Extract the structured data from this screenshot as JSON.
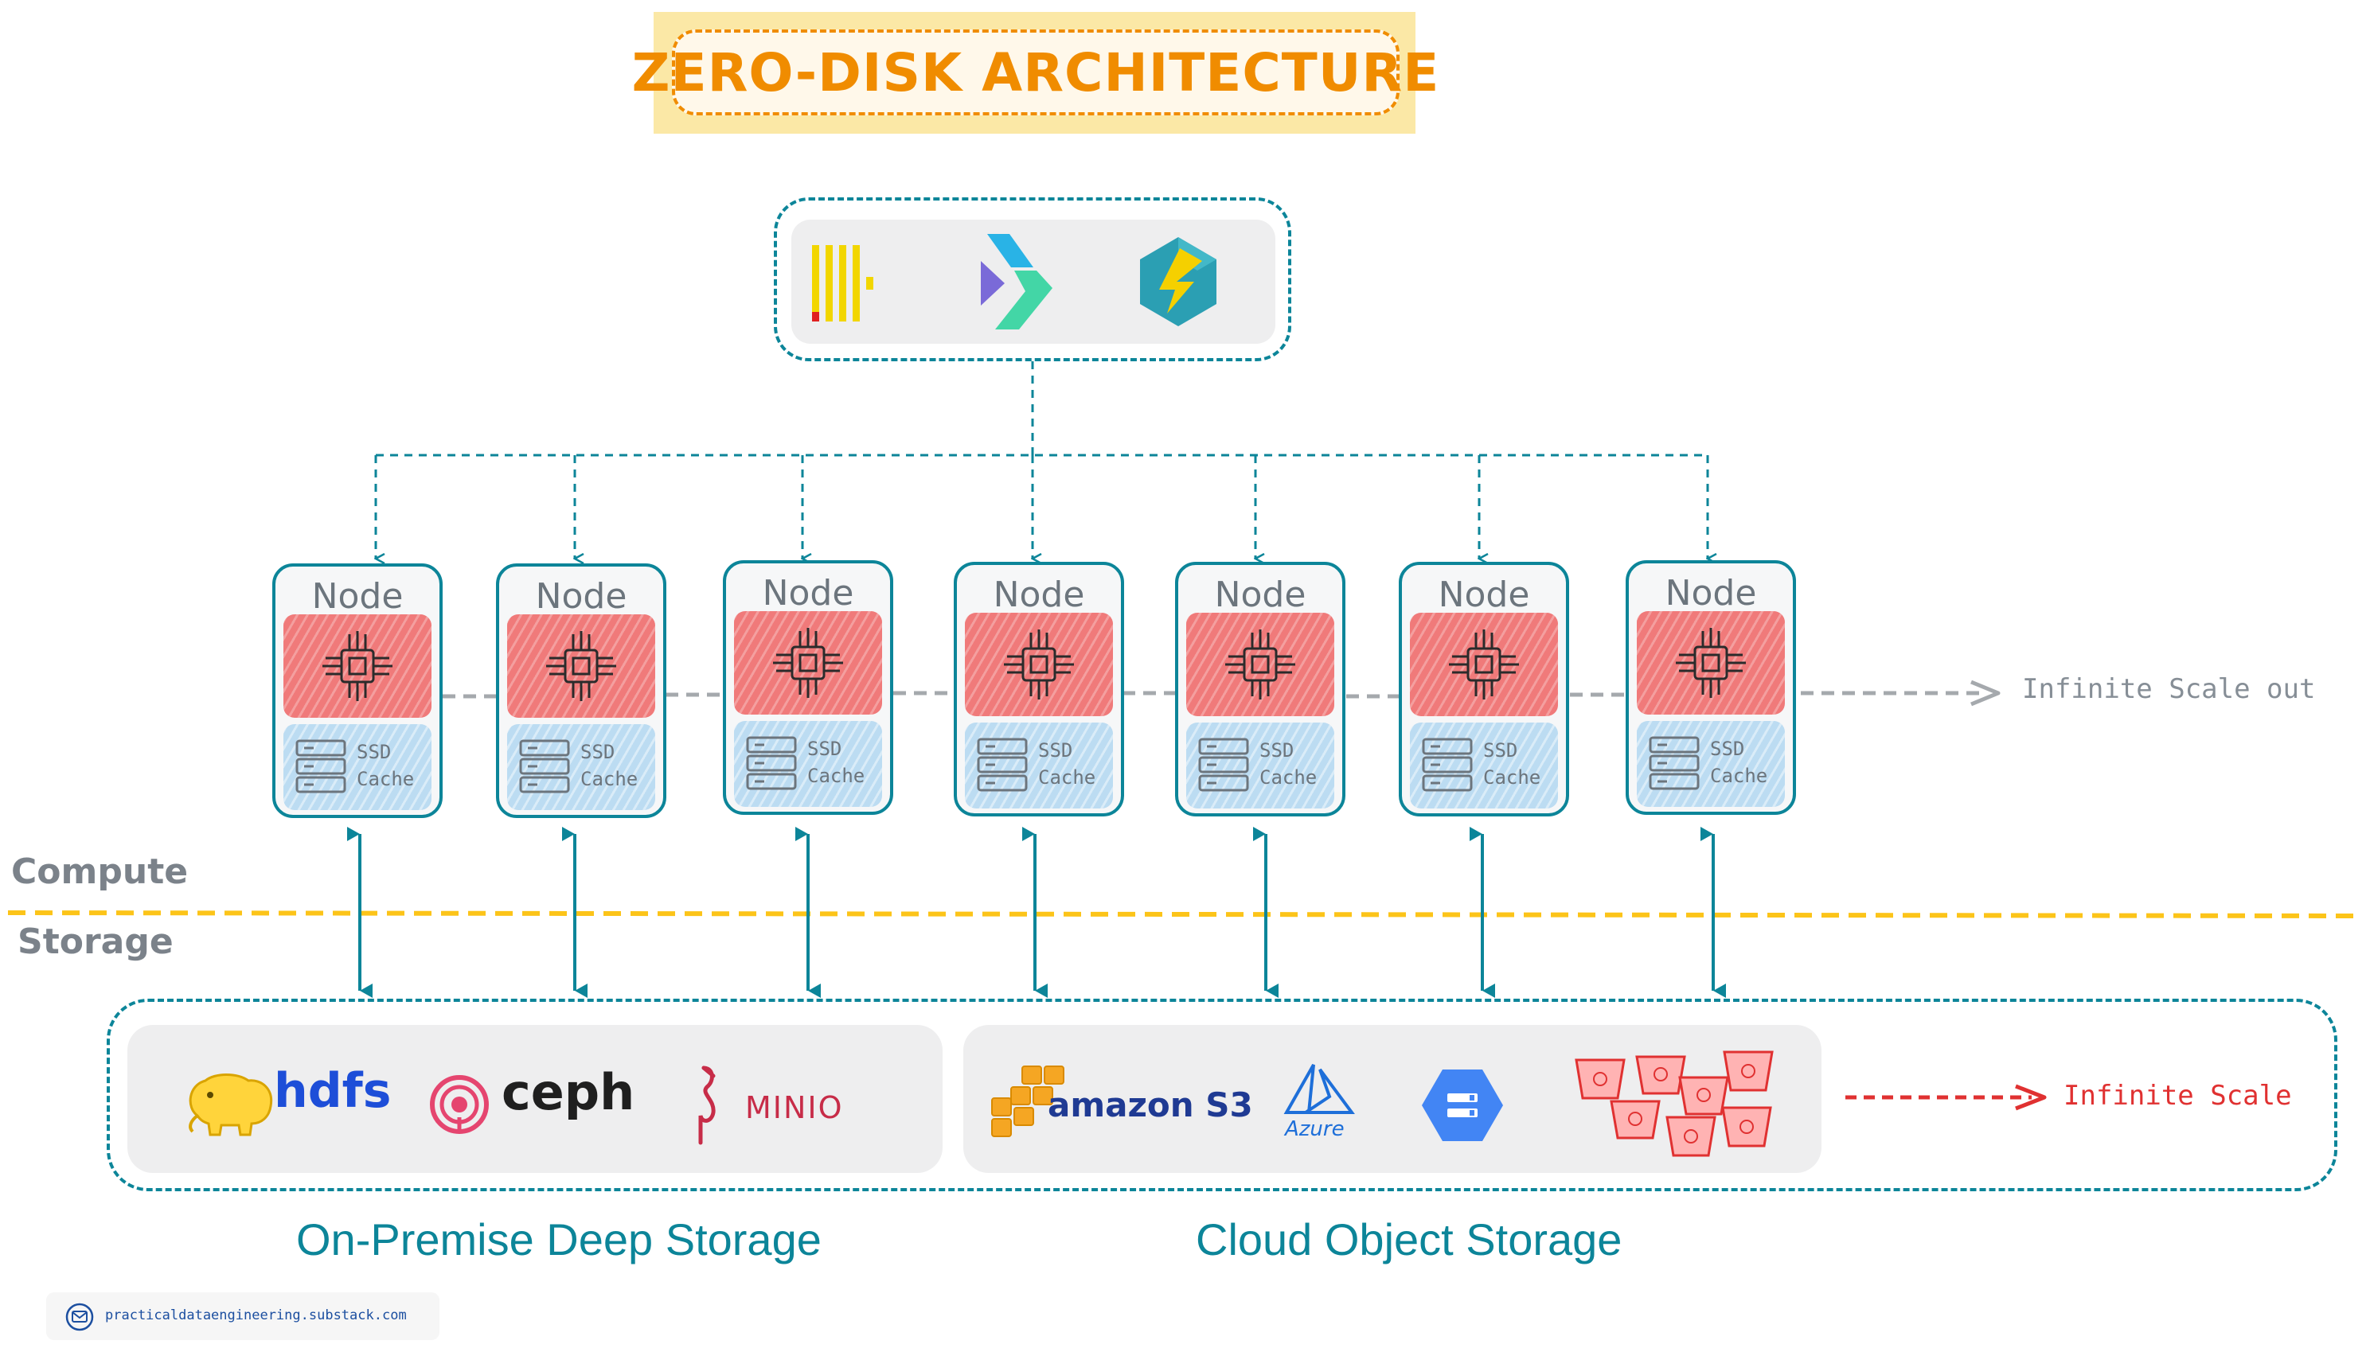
{
  "title": "ZERO-DISK ARCHITECTURE",
  "engines": {
    "icons": [
      "clickhouse-icon",
      "streaming-engine-icon",
      "hexagon-engine-icon"
    ]
  },
  "node_label": "Node",
  "nodes": [
    {
      "label": "Node",
      "ssd_line1": "SSD",
      "ssd_line2": "Cache"
    },
    {
      "label": "Node",
      "ssd_line1": "SSD",
      "ssd_line2": "Cache"
    },
    {
      "label": "Node",
      "ssd_line1": "SSD",
      "ssd_line2": "Cache"
    },
    {
      "label": "Node",
      "ssd_line1": "SSD",
      "ssd_line2": "Cache"
    },
    {
      "label": "Node",
      "ssd_line1": "SSD",
      "ssd_line2": "Cache"
    },
    {
      "label": "Node",
      "ssd_line1": "SSD",
      "ssd_line2": "Cache"
    },
    {
      "label": "Node",
      "ssd_line1": "SSD",
      "ssd_line2": "Cache"
    }
  ],
  "layers": {
    "compute": "Compute",
    "storage": "Storage"
  },
  "scale_out_label": "Infinite Scale out",
  "scale_label": "Infinite Scale",
  "storage": {
    "on_prem": {
      "label": "On-Premise Deep Storage",
      "brands": {
        "hdfs": "hdfs",
        "ceph": "ceph",
        "minio": "MINIO"
      }
    },
    "cloud": {
      "label": "Cloud Object Storage",
      "brands": {
        "s3": "amazon S3",
        "azure": "Azure"
      }
    }
  },
  "colors": {
    "teal": "#0c8599",
    "orange": "#f08c00",
    "cpu_red": "#f07a7a",
    "ssd_blue": "#bcdcf2",
    "divider_yellow": "#fcc419",
    "scale_red": "#e03131",
    "gray": "#868e96"
  },
  "footer": {
    "text": "practicaldataengineering.substack.com"
  }
}
